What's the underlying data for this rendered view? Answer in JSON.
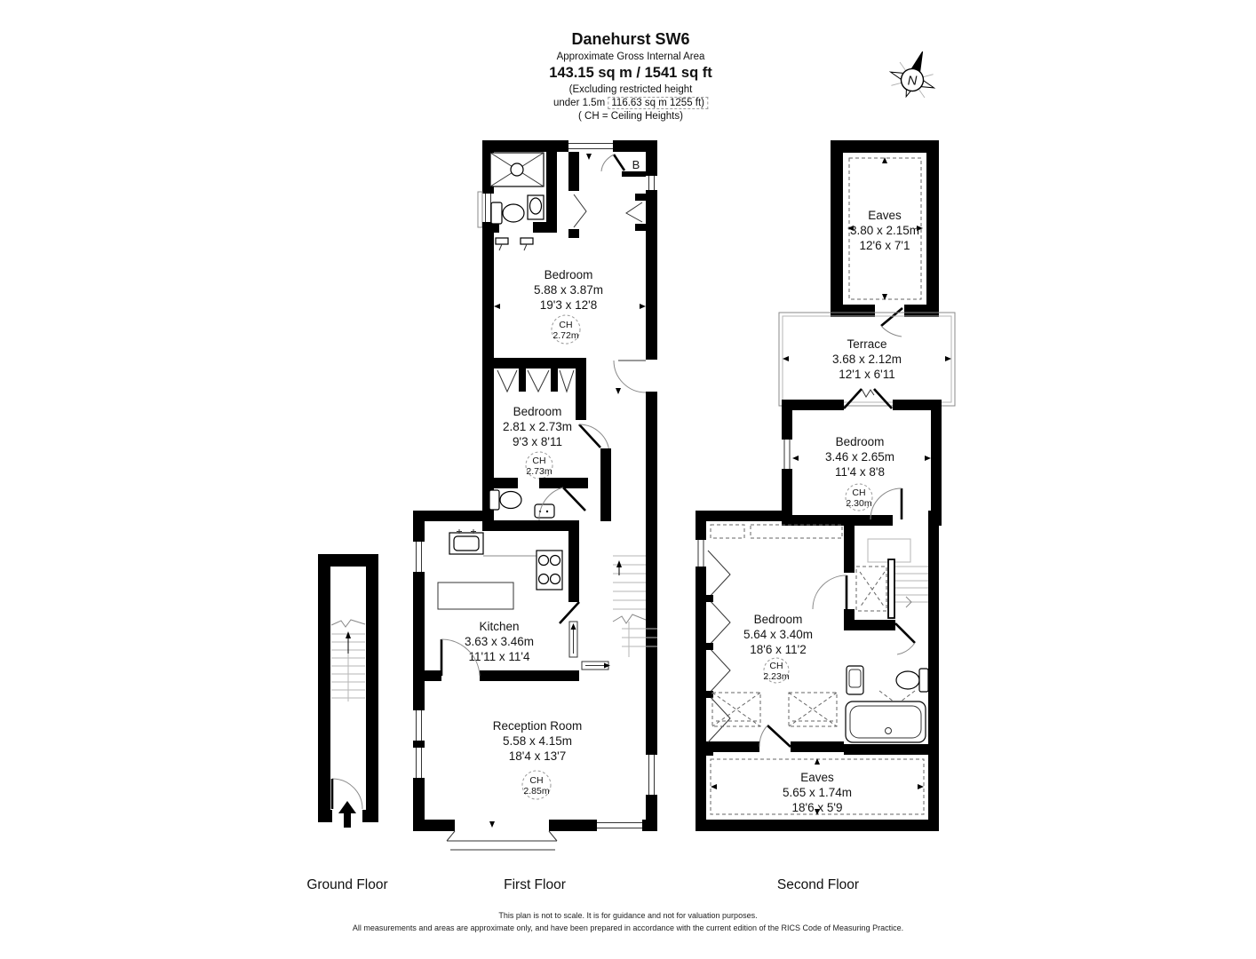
{
  "title": {
    "name": "Danehurst SW6",
    "subtitle": "Approximate Gross Internal Area",
    "area": "143.15 sq m / 1541 sq ft",
    "excluding_line": "(Excluding restricted height",
    "under_prefix": "under 1.5m",
    "under_boxed": "116.63 sq m 1255 ft)",
    "ch_note": "( CH = Ceiling Heights)"
  },
  "compass": {
    "north_label": "N"
  },
  "floors": {
    "ground": {
      "label": "Ground Floor"
    },
    "first": {
      "label": "First Floor",
      "boiler_label": "B",
      "rooms": [
        {
          "name": "Bedroom",
          "metric": "5.88 x 3.87m",
          "imperial": "19'3 x 12'8",
          "ch_label": "CH",
          "ch_value": "2.72m"
        },
        {
          "name": "Bedroom",
          "metric": "2.81 x 2.73m",
          "imperial": "9'3 x 8'11",
          "ch_label": "CH",
          "ch_value": "2.73m"
        },
        {
          "name": "Kitchen",
          "metric": "3.63 x 3.46m",
          "imperial": "11'11 x 11'4"
        },
        {
          "name": "Reception Room",
          "metric": "5.58 x 4.15m",
          "imperial": "18'4 x 13'7",
          "ch_label": "CH",
          "ch_value": "2.85m"
        }
      ]
    },
    "second": {
      "label": "Second Floor",
      "rooms": [
        {
          "name": "Eaves",
          "metric": "3.80 x 2.15m",
          "imperial": "12'6 x 7'1"
        },
        {
          "name": "Terrace",
          "metric": "3.68 x 2.12m",
          "imperial": "12'1 x 6'11"
        },
        {
          "name": "Bedroom",
          "metric": "3.46 x 2.65m",
          "imperial": "11'4 x 8'8",
          "ch_label": "CH",
          "ch_value": "2.30m"
        },
        {
          "name": "Bedroom",
          "metric": "5.64 x 3.40m",
          "imperial": "18'6 x 11'2",
          "ch_label": "CH",
          "ch_value": "2.23m"
        },
        {
          "name": "Eaves",
          "metric": "5.65 x 1.74m",
          "imperial": "18'6 x 5'9"
        }
      ]
    }
  },
  "disclaimer": {
    "line1": "This plan is not to scale. It is for guidance and not for valuation purposes.",
    "line2": "All measurements and areas are approximate only, and have been prepared in accordance with the current edition of the RICS Code of Measuring Practice."
  }
}
